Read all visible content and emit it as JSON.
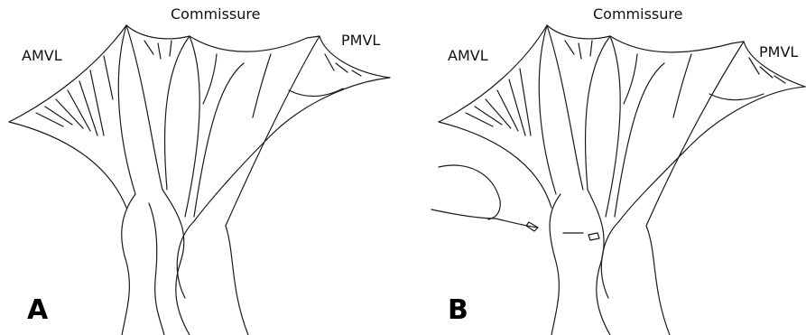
{
  "panels": [
    {
      "letter": "A",
      "labels": {
        "commissure": "Commissure",
        "amvl": "AMVL",
        "pmvl": "PMVL"
      }
    },
    {
      "letter": "B",
      "labels": {
        "commissure": "Commissure",
        "amvl": "AMVL",
        "pmvl": "PMVL"
      }
    }
  ]
}
